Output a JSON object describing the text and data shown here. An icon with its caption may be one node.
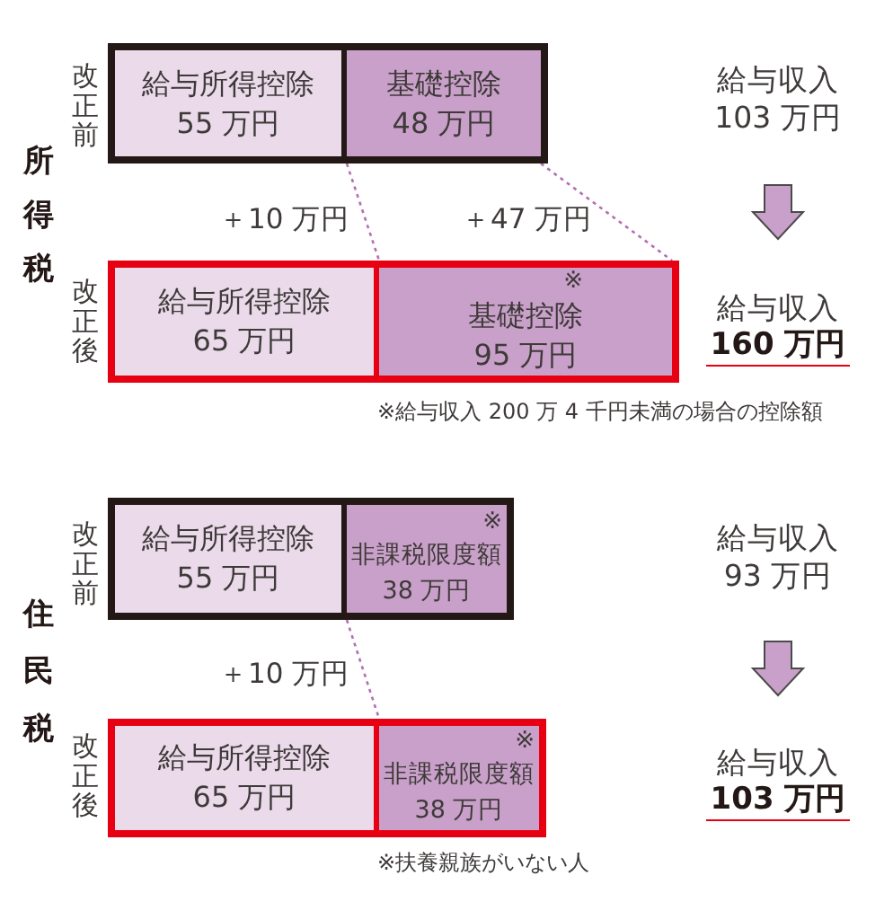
{
  "diagram": {
    "nodes": [
      {
        "text": [
          "改正前"
        ]
      },
      {
        "text": [
          "給与所得控除",
          "55 万円"
        ],
        "in": 0
      },
      {
        "text": [
          "基礎控除",
          "48 万円"
        ],
        "in": 0
      },
      {
        "text": [
          "給与収入",
          "103 万円"
        ]
      },
      {
        "text": [
          "改正後"
        ]
      },
      {
        "text": [
          "給与所得控除",
          "65 万円"
        ],
        "in": 4
      },
      {
        "text": [
          "※",
          "基礎控除",
          "95 万円"
        ],
        "in": 4
      },
      {
        "text": [
          "給与収入",
          "160 万円"
        ]
      },
      {
        "text": [
          "改正前"
        ]
      },
      {
        "text": [
          "給与所得控除",
          "55 万円"
        ],
        "in": 8
      },
      {
        "text": [
          "※",
          "非課税限度額",
          "38 万円"
        ],
        "in": 8
      },
      {
        "text": [
          "給与収入",
          "93 万円"
        ]
      },
      {
        "text": [
          "改正後"
        ]
      },
      {
        "text": [
          "給与所得控除",
          "65 万円"
        ],
        "in": 12
      },
      {
        "text": [
          "※",
          "非課税限度額",
          "38 万円"
        ],
        "in": 12
      },
      {
        "text": [
          "給与収入",
          "103 万円"
        ]
      }
    ],
    "edges": [
      {
        "from": 2,
        "to": 6,
        "arrow": "none",
        "style": "dashed",
        "color": "#b36fb3"
      },
      {
        "from": 2,
        "to": 6,
        "arrow": "none",
        "style": "dashed",
        "color": "#b36fb3"
      },
      {
        "from": 3,
        "to": 7,
        "arrow": "to",
        "style": "thick",
        "color": "#c9a0c9"
      },
      {
        "from": 10,
        "to": 14,
        "arrow": "none",
        "style": "dashed",
        "color": "#b36fb3"
      },
      {
        "from": 11,
        "to": 15,
        "arrow": "to",
        "style": "thick",
        "color": "#c9a0c9"
      }
    ],
    "labels": [
      "所得税",
      "＋10 万円",
      "＋47 万円",
      "※給与収入 200 万 4 千円未満の場合の控除額",
      "住民税",
      "＋10 万円",
      "※扶養親族がいない人"
    ]
  }
}
